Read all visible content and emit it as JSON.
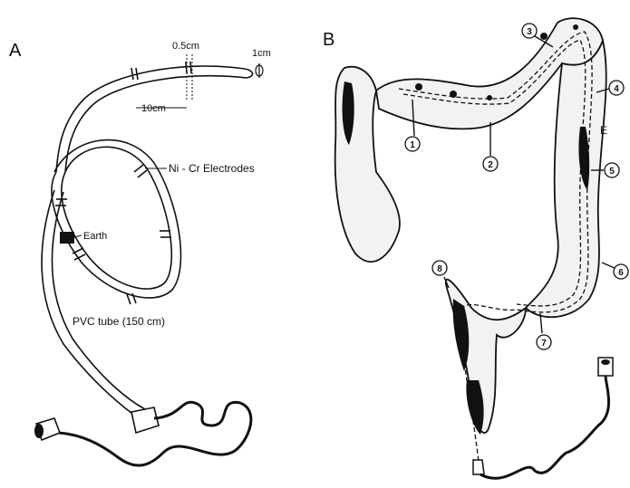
{
  "panel_a": {
    "letter": "A",
    "dim_small": "0.5cm",
    "dim_large": "10cm",
    "scale_bar": "1cm",
    "electrodes_label": "Ni - Cr  Electrodes",
    "earth_label": "Earth",
    "tube_label": "PVC tube  (150 cm)"
  },
  "panel_b": {
    "letter": "B",
    "e_label": "E",
    "sites": [
      "1",
      "2",
      "3",
      "4",
      "5",
      "6",
      "7",
      "8"
    ]
  },
  "colors": {
    "ink": "#111111",
    "paper": "#ffffff"
  }
}
